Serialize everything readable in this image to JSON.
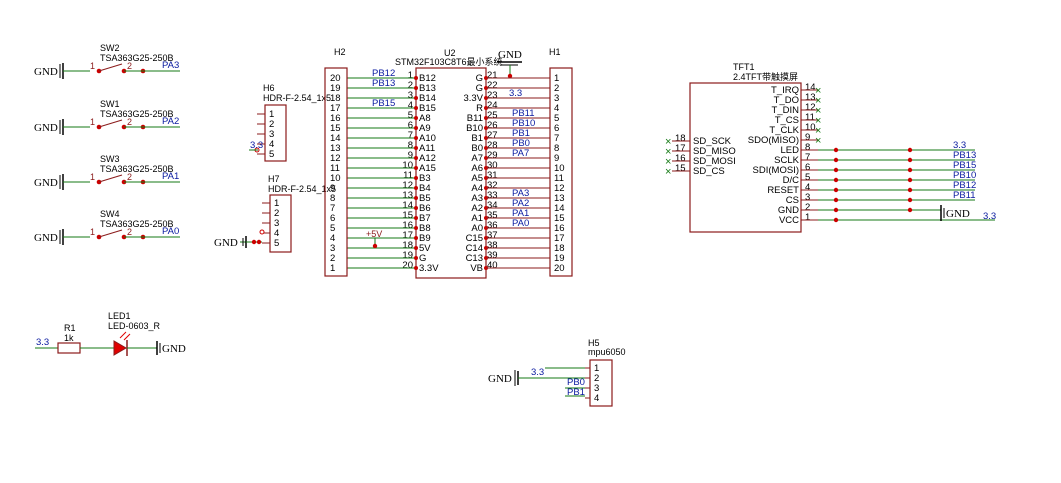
{
  "switches": [
    {
      "ref": "SW2",
      "part": "TSA363G25-250B",
      "net": "PA3"
    },
    {
      "ref": "SW1",
      "part": "TSA363G25-250B",
      "net": "PA2"
    },
    {
      "ref": "SW3",
      "part": "TSA363G25-250B",
      "net": "PA1"
    },
    {
      "ref": "SW4",
      "part": "TSA363G25-250B",
      "net": "PA0"
    }
  ],
  "gnd": "GND",
  "power_33": "3.3",
  "power_5v": "+5V",
  "h6": {
    "ref": "H6",
    "part": "HDR-F-2.54_1x5",
    "pins": [
      "1",
      "2",
      "3",
      "4",
      "5"
    ],
    "net": "3.3"
  },
  "h7": {
    "ref": "H7",
    "part": "HDR-F-2.54_1x5",
    "pins": [
      "1",
      "2",
      "3",
      "4",
      "5"
    ]
  },
  "h2": {
    "ref": "H2",
    "pins": [
      "20",
      "19",
      "18",
      "17",
      "16",
      "15",
      "14",
      "13",
      "12",
      "11",
      "10",
      "9",
      "8",
      "7",
      "6",
      "5",
      "4",
      "3",
      "2",
      "1"
    ]
  },
  "u2": {
    "ref": "U2",
    "part": "STM32F103C8T6最小系统",
    "left_names": [
      "B12",
      "B13",
      "B14",
      "B15",
      "A8",
      "A9",
      "A10",
      "A11",
      "A12",
      "A15",
      "B3",
      "B4",
      "B5",
      "B6",
      "B7",
      "B8",
      "B9",
      "5V",
      "G",
      "3.3V"
    ],
    "left_nums": [
      "1",
      "2",
      "3",
      "4",
      "5",
      "6",
      "7",
      "8",
      "9",
      "10",
      "11",
      "12",
      "13",
      "14",
      "15",
      "16",
      "17",
      "18",
      "19",
      "20"
    ],
    "right_names": [
      "G",
      "G",
      "3.3V",
      "R",
      "B11",
      "B10",
      "B1",
      "B0",
      "A7",
      "A6",
      "A5",
      "A4",
      "A3",
      "A2",
      "A1",
      "A0",
      "C15",
      "C14",
      "C13",
      "VB"
    ],
    "right_nums": [
      "21",
      "22",
      "23",
      "24",
      "25",
      "26",
      "27",
      "28",
      "29",
      "30",
      "31",
      "32",
      "33",
      "34",
      "35",
      "36",
      "37",
      "38",
      "39",
      "40"
    ],
    "left_nets": [
      "PB12",
      "PB13",
      "",
      "PB15"
    ],
    "right_nets": [
      "",
      "",
      "3.3",
      "",
      "PB11",
      "PB10",
      "PB1",
      "PB0",
      "PA7",
      "",
      "",
      "",
      "PA3",
      "PA2",
      "PA1",
      "PA0"
    ]
  },
  "h1": {
    "ref": "H1",
    "pins": [
      "1",
      "2",
      "3",
      "4",
      "5",
      "6",
      "7",
      "8",
      "9",
      "10",
      "11",
      "12",
      "13",
      "14",
      "15",
      "16",
      "17",
      "18",
      "19",
      "20"
    ]
  },
  "tft": {
    "ref": "TFT1",
    "part": "2.4TFT带触摸屏",
    "right_pins": [
      {
        "name": "T_IRQ",
        "num": "14"
      },
      {
        "name": "T_DO",
        "num": "13"
      },
      {
        "name": "T_DIN",
        "num": "12"
      },
      {
        "name": "T_CS",
        "num": "11"
      },
      {
        "name": "T_CLK",
        "num": "10"
      },
      {
        "name": "SDO(MISO)",
        "num": "9"
      },
      {
        "name": "LED",
        "num": "8"
      },
      {
        "name": "SCLK",
        "num": "7"
      },
      {
        "name": "SDI(MOSI)",
        "num": "6"
      },
      {
        "name": "D/C",
        "num": "5"
      },
      {
        "name": "RESET",
        "num": "4"
      },
      {
        "name": "CS",
        "num": "3"
      },
      {
        "name": "GND",
        "num": "2"
      },
      {
        "name": "VCC",
        "num": "1"
      }
    ],
    "left_pins": [
      {
        "name": "SD_SCK",
        "num": "18"
      },
      {
        "name": "SD_MISO",
        "num": "17"
      },
      {
        "name": "SD_MOSI",
        "num": "16"
      },
      {
        "name": "SD_CS",
        "num": "15"
      }
    ],
    "nets": [
      "3.3",
      "PB13",
      "PB15",
      "PB10",
      "PB12",
      "PB11"
    ],
    "vcc_net": "3.3"
  },
  "r1": {
    "ref": "R1",
    "value": "1k",
    "net": "3.3"
  },
  "led1": {
    "ref": "LED1",
    "part": "LED-0603_R"
  },
  "h5": {
    "ref": "H5",
    "part": "mpu6050",
    "pins": [
      "1",
      "2",
      "3",
      "4"
    ],
    "nets": [
      "3.3",
      "PB0",
      "PB1"
    ]
  },
  "colors": {
    "symbol": "#8b1b1b",
    "wire": "#147a14",
    "net_label": "#0a1aa0",
    "junction": "#cc0000"
  }
}
